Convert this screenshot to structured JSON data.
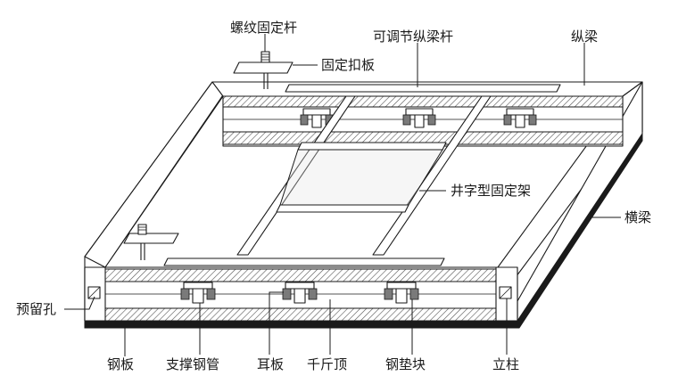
{
  "labels": {
    "threaded_rod": "螺纹固定杆",
    "clamp_plate": "固定扣板",
    "adjustable_rod": "可调节纵梁杆",
    "longitudinal_beam": "纵梁",
    "well_frame": "井字型固定架",
    "cross_beam": "横梁",
    "reserved_hole": "预留孔",
    "steel_plate": "钢板",
    "support_pipe": "支撑钢管",
    "ear_plate": "耳板",
    "jack": "千斤顶",
    "steel_shim": "钢垫块",
    "column": "立柱"
  }
}
